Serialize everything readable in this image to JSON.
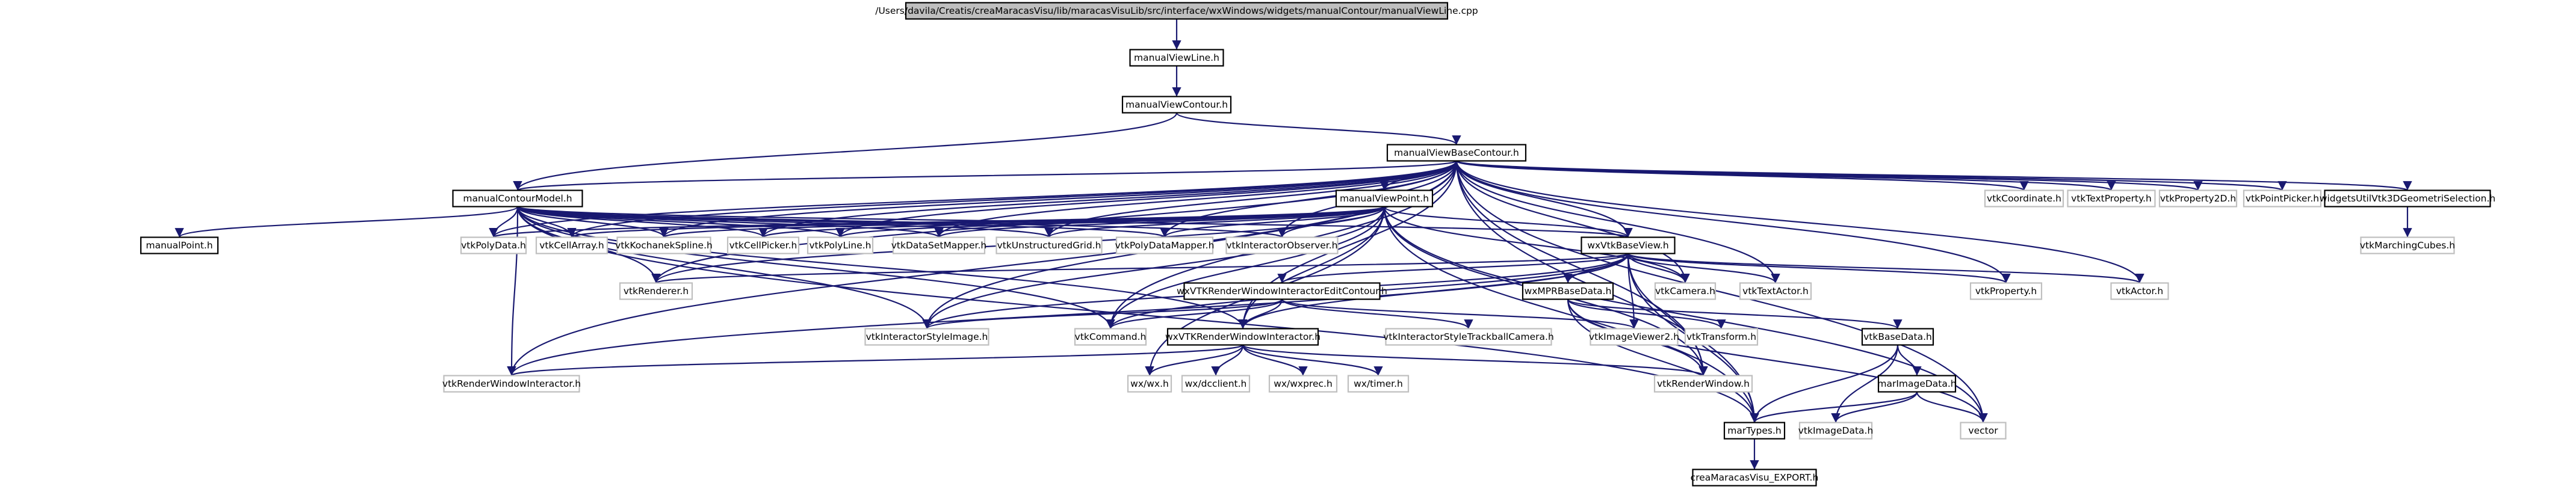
{
  "colors": {
    "background": "#ffffff",
    "root_fill": "#bfbfbf",
    "node_fill": "#ffffff",
    "node_border": "#000000",
    "external_border": "#bfbfbf",
    "text": "#000000",
    "edge": "#191970"
  },
  "nodes": [
    {
      "id": "root",
      "label": "/Users/davila/Creatis/creaMaracasVisu/lib/maracasVisuLib/src/interface/wxWindows/widgets/manualContour/manualViewLine.cpp",
      "kind": "root"
    },
    {
      "id": "manualViewLine_h",
      "label": "manualViewLine.h",
      "kind": "local"
    },
    {
      "id": "manualViewContour_h",
      "label": "manualViewContour.h",
      "kind": "local"
    },
    {
      "id": "manualViewBaseContour_h",
      "label": "manualViewBaseContour.h",
      "kind": "local"
    },
    {
      "id": "manualContourModel_h",
      "label": "manualContourModel.h",
      "kind": "local"
    },
    {
      "id": "manualViewPoint_h",
      "label": "manualViewPoint.h",
      "kind": "local"
    },
    {
      "id": "manualPoint_h",
      "label": "manualPoint.h",
      "kind": "local"
    },
    {
      "id": "vtkPolyData_h",
      "label": "vtkPolyData.h",
      "kind": "external"
    },
    {
      "id": "vtkCellArray_h",
      "label": "vtkCellArray.h",
      "kind": "external"
    },
    {
      "id": "vtkKochanekSpline_h",
      "label": "vtkKochanekSpline.h",
      "kind": "external"
    },
    {
      "id": "vtkCellPicker_h",
      "label": "vtkCellPicker.h",
      "kind": "external"
    },
    {
      "id": "vtkPolyLine_h",
      "label": "vtkPolyLine.h",
      "kind": "external"
    },
    {
      "id": "vtkDataSetMapper_h",
      "label": "vtkDataSetMapper.h",
      "kind": "external"
    },
    {
      "id": "vtkUnstructuredGrid_h",
      "label": "vtkUnstructuredGrid.h",
      "kind": "external"
    },
    {
      "id": "vtkPolyDataMapper_h",
      "label": "vtkPolyDataMapper.h",
      "kind": "external"
    },
    {
      "id": "vtkInteractorObserver_h",
      "label": "vtkInteractorObserver.h",
      "kind": "external"
    },
    {
      "id": "wxVtkBaseView_h",
      "label": "wxVtkBaseView.h",
      "kind": "local"
    },
    {
      "id": "vtkCoordinate_h",
      "label": "vtkCoordinate.h",
      "kind": "external"
    },
    {
      "id": "vtkTextProperty_h",
      "label": "vtkTextProperty.h",
      "kind": "external"
    },
    {
      "id": "vtkProperty2D_h",
      "label": "vtkProperty2D.h",
      "kind": "external"
    },
    {
      "id": "vtkPointPicker_h",
      "label": "vtkPointPicker.h",
      "kind": "external"
    },
    {
      "id": "widgetsUtilVtk3DGeometriSelection_h",
      "label": "widgetsUtilVtk3DGeometriSelection.h",
      "kind": "local"
    },
    {
      "id": "vtkMarchingCubes_h",
      "label": "vtkMarchingCubes.h",
      "kind": "external"
    },
    {
      "id": "vtkRenderer_h",
      "label": "vtkRenderer.h",
      "kind": "external"
    },
    {
      "id": "vtkCamera_h",
      "label": "vtkCamera.h",
      "kind": "external"
    },
    {
      "id": "vtkTextActor_h",
      "label": "vtkTextActor.h",
      "kind": "external"
    },
    {
      "id": "vtkProperty_h",
      "label": "vtkProperty.h",
      "kind": "external"
    },
    {
      "id": "vtkActor_h",
      "label": "vtkActor.h",
      "kind": "external"
    },
    {
      "id": "wxVTKRenderWindowInteractorEditContour_h",
      "label": "wxVTKRenderWindowInteractorEditContour.h",
      "kind": "local"
    },
    {
      "id": "wxMPRBaseData_h",
      "label": "wxMPRBaseData.h",
      "kind": "local"
    },
    {
      "id": "vtkInteractorStyleImage_h",
      "label": "vtkInteractorStyleImage.h",
      "kind": "external"
    },
    {
      "id": "vtkCommand_h",
      "label": "vtkCommand.h",
      "kind": "external"
    },
    {
      "id": "wxVTKRenderWindowInteractor_h",
      "label": "wxVTKRenderWindowInteractor.h",
      "kind": "local"
    },
    {
      "id": "vtkInteractorStyleTrackballCamera_h",
      "label": "vtkInteractorStyleTrackballCamera.h",
      "kind": "external"
    },
    {
      "id": "vtkImageViewer2_h",
      "label": "vtkImageViewer2.h",
      "kind": "external"
    },
    {
      "id": "vtkTransform_h",
      "label": "vtkTransform.h",
      "kind": "external"
    },
    {
      "id": "vtkBaseData_h",
      "label": "vtkBaseData.h",
      "kind": "local"
    },
    {
      "id": "vtkRenderWindowInteractor_h",
      "label": "vtkRenderWindowInteractor.h",
      "kind": "external"
    },
    {
      "id": "wx_wx_h",
      "label": "wx/wx.h",
      "kind": "external"
    },
    {
      "id": "wx_dcclient_h",
      "label": "wx/dcclient.h",
      "kind": "external"
    },
    {
      "id": "wx_wxprec_h",
      "label": "wx/wxprec.h",
      "kind": "external"
    },
    {
      "id": "wx_timer_h",
      "label": "wx/timer.h",
      "kind": "external"
    },
    {
      "id": "vtkRenderWindow_h",
      "label": "vtkRenderWindow.h",
      "kind": "external"
    },
    {
      "id": "marImageData_h",
      "label": "marImageData.h",
      "kind": "local"
    },
    {
      "id": "marTypes_h",
      "label": "marTypes.h",
      "kind": "local"
    },
    {
      "id": "vtkImageData_h",
      "label": "vtkImageData.h",
      "kind": "external"
    },
    {
      "id": "vector",
      "label": "vector",
      "kind": "external"
    },
    {
      "id": "creaMaracasVisu_EXPORT_h",
      "label": "creaMaracasVisu_EXPORT.h",
      "kind": "local"
    }
  ],
  "edges": [
    [
      "root",
      "manualViewLine_h"
    ],
    [
      "manualViewLine_h",
      "manualViewContour_h"
    ],
    [
      "manualViewContour_h",
      "manualViewBaseContour_h"
    ],
    [
      "manualViewContour_h",
      "manualContourModel_h"
    ],
    [
      "manualViewBaseContour_h",
      "manualContourModel_h"
    ],
    [
      "manualViewBaseContour_h",
      "manualViewPoint_h"
    ],
    [
      "manualViewBaseContour_h",
      "wxVtkBaseView_h"
    ],
    [
      "manualViewBaseContour_h",
      "vtkPolyData_h"
    ],
    [
      "manualViewBaseContour_h",
      "vtkCellArray_h"
    ],
    [
      "manualViewBaseContour_h",
      "vtkKochanekSpline_h"
    ],
    [
      "manualViewBaseContour_h",
      "vtkCellPicker_h"
    ],
    [
      "manualViewBaseContour_h",
      "vtkPolyLine_h"
    ],
    [
      "manualViewBaseContour_h",
      "vtkDataSetMapper_h"
    ],
    [
      "manualViewBaseContour_h",
      "vtkUnstructuredGrid_h"
    ],
    [
      "manualViewBaseContour_h",
      "vtkPolyDataMapper_h"
    ],
    [
      "manualViewBaseContour_h",
      "vtkInteractorObserver_h"
    ],
    [
      "manualViewBaseContour_h",
      "vtkCoordinate_h"
    ],
    [
      "manualViewBaseContour_h",
      "vtkTextProperty_h"
    ],
    [
      "manualViewBaseContour_h",
      "vtkProperty2D_h"
    ],
    [
      "manualViewBaseContour_h",
      "vtkPointPicker_h"
    ],
    [
      "manualViewBaseContour_h",
      "widgetsUtilVtk3DGeometriSelection_h"
    ],
    [
      "manualViewBaseContour_h",
      "vtkRenderer_h"
    ],
    [
      "manualViewBaseContour_h",
      "vtkCamera_h"
    ],
    [
      "manualViewBaseContour_h",
      "vtkTextActor_h"
    ],
    [
      "manualViewBaseContour_h",
      "vtkProperty_h"
    ],
    [
      "manualViewBaseContour_h",
      "vtkActor_h"
    ],
    [
      "manualViewBaseContour_h",
      "vtkInteractorStyleImage_h"
    ],
    [
      "manualViewBaseContour_h",
      "vtkCommand_h"
    ],
    [
      "manualViewBaseContour_h",
      "wxVTKRenderWindowInteractor_h"
    ],
    [
      "manualViewBaseContour_h",
      "vtkRenderWindowInteractor_h"
    ],
    [
      "manualViewBaseContour_h",
      "vtkRenderWindow_h"
    ],
    [
      "manualViewBaseContour_h",
      "marTypes_h"
    ],
    [
      "manualViewBaseContour_h",
      "vector"
    ],
    [
      "manualContourModel_h",
      "manualPoint_h"
    ],
    [
      "manualContourModel_h",
      "vtkPolyData_h"
    ],
    [
      "manualContourModel_h",
      "vtkCellArray_h"
    ],
    [
      "manualContourModel_h",
      "vtkKochanekSpline_h"
    ],
    [
      "manualContourModel_h",
      "vtkCellPicker_h"
    ],
    [
      "manualContourModel_h",
      "vtkPolyLine_h"
    ],
    [
      "manualContourModel_h",
      "vtkDataSetMapper_h"
    ],
    [
      "manualContourModel_h",
      "vtkUnstructuredGrid_h"
    ],
    [
      "manualContourModel_h",
      "vtkPolyDataMapper_h"
    ],
    [
      "manualContourModel_h",
      "vtkInteractorObserver_h"
    ],
    [
      "manualContourModel_h",
      "wxVtkBaseView_h"
    ],
    [
      "manualContourModel_h",
      "vtkRenderer_h"
    ],
    [
      "manualContourModel_h",
      "vtkInteractorStyleImage_h"
    ],
    [
      "manualContourModel_h",
      "vtkCommand_h"
    ],
    [
      "manualContourModel_h",
      "wxVTKRenderWindowInteractor_h"
    ],
    [
      "manualContourModel_h",
      "vtkRenderWindowInteractor_h"
    ],
    [
      "manualContourModel_h",
      "marTypes_h"
    ],
    [
      "manualViewPoint_h",
      "vtkPolyData_h"
    ],
    [
      "manualViewPoint_h",
      "vtkCellArray_h"
    ],
    [
      "manualViewPoint_h",
      "vtkKochanekSpline_h"
    ],
    [
      "manualViewPoint_h",
      "vtkCellPicker_h"
    ],
    [
      "manualViewPoint_h",
      "vtkPolyLine_h"
    ],
    [
      "manualViewPoint_h",
      "vtkDataSetMapper_h"
    ],
    [
      "manualViewPoint_h",
      "vtkUnstructuredGrid_h"
    ],
    [
      "manualViewPoint_h",
      "vtkPolyDataMapper_h"
    ],
    [
      "manualViewPoint_h",
      "vtkInteractorObserver_h"
    ],
    [
      "manualViewPoint_h",
      "wxVtkBaseView_h"
    ],
    [
      "manualViewPoint_h",
      "vtkRenderer_h"
    ],
    [
      "manualViewPoint_h",
      "vtkCamera_h"
    ],
    [
      "manualViewPoint_h",
      "vtkInteractorStyleImage_h"
    ],
    [
      "manualViewPoint_h",
      "vtkCommand_h"
    ],
    [
      "manualViewPoint_h",
      "wxVTKRenderWindowInteractor_h"
    ],
    [
      "manualViewPoint_h",
      "wx_wx_h"
    ],
    [
      "manualViewPoint_h",
      "vtkRenderWindow_h"
    ],
    [
      "manualViewPoint_h",
      "marTypes_h"
    ],
    [
      "manualViewPoint_h",
      "vector"
    ],
    [
      "wxVtkBaseView_h",
      "vtkRenderer_h"
    ],
    [
      "wxVtkBaseView_h",
      "vtkCamera_h"
    ],
    [
      "wxVtkBaseView_h",
      "vtkTextActor_h"
    ],
    [
      "wxVtkBaseView_h",
      "vtkProperty_h"
    ],
    [
      "wxVtkBaseView_h",
      "vtkActor_h"
    ],
    [
      "wxVtkBaseView_h",
      "wxVTKRenderWindowInteractorEditContour_h"
    ],
    [
      "wxVtkBaseView_h",
      "wxMPRBaseData_h"
    ],
    [
      "wxVtkBaseView_h",
      "vtkInteractorStyleImage_h"
    ],
    [
      "wxVtkBaseView_h",
      "vtkCommand_h"
    ],
    [
      "wxVtkBaseView_h",
      "wxVTKRenderWindowInteractor_h"
    ],
    [
      "wxVtkBaseView_h",
      "vtkImageViewer2_h"
    ],
    [
      "wxVtkBaseView_h",
      "vtkRenderWindowInteractor_h"
    ],
    [
      "wxVtkBaseView_h",
      "vtkRenderWindow_h"
    ],
    [
      "wxVtkBaseView_h",
      "marTypes_h"
    ],
    [
      "widgetsUtilVtk3DGeometriSelection_h",
      "vtkMarchingCubes_h"
    ],
    [
      "wxVTKRenderWindowInteractorEditContour_h",
      "vtkInteractorStyleImage_h"
    ],
    [
      "wxVTKRenderWindowInteractorEditContour_h",
      "vtkCommand_h"
    ],
    [
      "wxVTKRenderWindowInteractorEditContour_h",
      "wxVTKRenderWindowInteractor_h"
    ],
    [
      "wxVTKRenderWindowInteractorEditContour_h",
      "vtkInteractorStyleTrackballCamera_h"
    ],
    [
      "wxVTKRenderWindowInteractorEditContour_h",
      "vtkImageViewer2_h"
    ],
    [
      "wxMPRBaseData_h",
      "vtkTransform_h"
    ],
    [
      "wxMPRBaseData_h",
      "vtkBaseData_h"
    ],
    [
      "wxMPRBaseData_h",
      "vtkRenderWindow_h"
    ],
    [
      "wxMPRBaseData_h",
      "marTypes_h"
    ],
    [
      "wxMPRBaseData_h",
      "vector"
    ],
    [
      "wxVTKRenderWindowInteractor_h",
      "vtkRenderWindowInteractor_h"
    ],
    [
      "wxVTKRenderWindowInteractor_h",
      "wx_wx_h"
    ],
    [
      "wxVTKRenderWindowInteractor_h",
      "wx_dcclient_h"
    ],
    [
      "wxVTKRenderWindowInteractor_h",
      "wx_wxprec_h"
    ],
    [
      "wxVTKRenderWindowInteractor_h",
      "wx_timer_h"
    ],
    [
      "wxVTKRenderWindowInteractor_h",
      "vtkRenderWindow_h"
    ],
    [
      "vtkBaseData_h",
      "marImageData_h"
    ],
    [
      "vtkBaseData_h",
      "marTypes_h"
    ],
    [
      "vtkBaseData_h",
      "vtkImageData_h"
    ],
    [
      "marImageData_h",
      "marTypes_h"
    ],
    [
      "marImageData_h",
      "vtkImageData_h"
    ],
    [
      "marImageData_h",
      "vector"
    ],
    [
      "marTypes_h",
      "creaMaracasVisu_EXPORT_h"
    ]
  ]
}
